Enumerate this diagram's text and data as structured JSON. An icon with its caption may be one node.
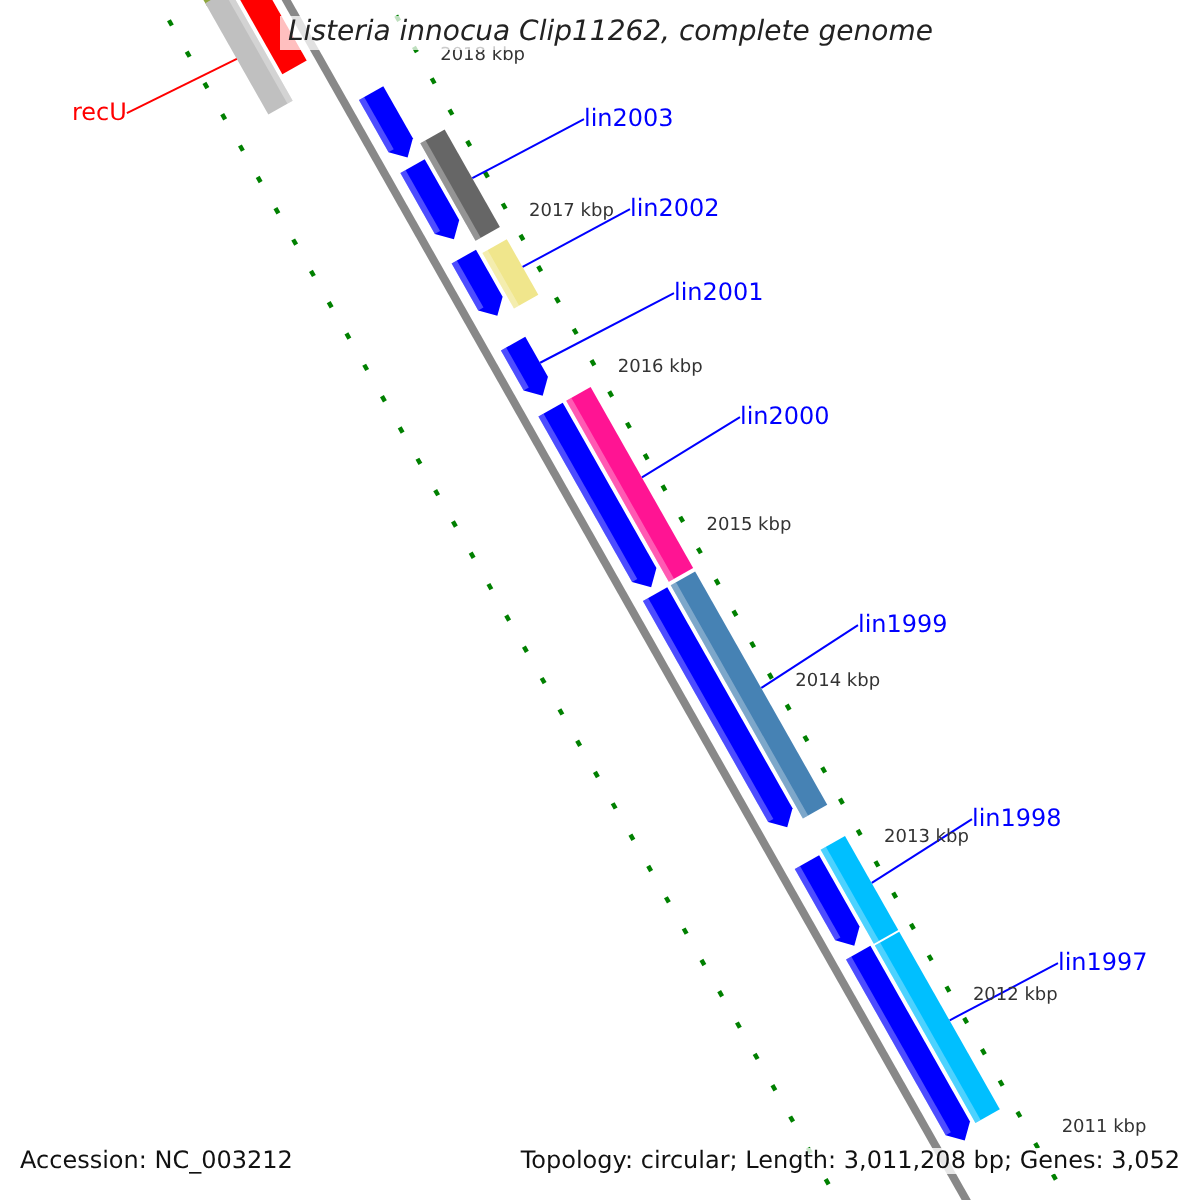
{
  "diagram": {
    "title": "Listeria innocua Clip11262, complete genome",
    "nodes": [
      {
        "text": [
          "recU"
        ]
      },
      {
        "text": [
          "lin2003"
        ]
      },
      {
        "text": [
          "lin2002"
        ]
      },
      {
        "text": [
          "lin2001"
        ]
      },
      {
        "text": [
          "lin2000"
        ]
      },
      {
        "text": [
          "lin1999"
        ]
      },
      {
        "text": [
          "lin1998"
        ]
      },
      {
        "text": [
          "lin1997"
        ]
      },
      {
        "text": [],
        "shape": "bar"
      },
      {
        "text": [],
        "shape": "bar"
      },
      {
        "text": [],
        "shape": "bar"
      },
      {
        "text": [],
        "shape": "bar"
      },
      {
        "text": [],
        "shape": "bar"
      },
      {
        "text": [],
        "shape": "bar"
      },
      {
        "text": [],
        "shape": "bar"
      },
      {
        "text": [],
        "shape": "bar"
      }
    ],
    "edges": [
      {
        "from": 0,
        "to": 8,
        "arrow": "none",
        "color": "#ff0000"
      },
      {
        "from": 1,
        "to": 9,
        "arrow": "none"
      },
      {
        "from": 2,
        "to": 10,
        "arrow": "none"
      },
      {
        "from": 3,
        "to": 11,
        "arrow": "none"
      },
      {
        "from": 4,
        "to": 12,
        "arrow": "none"
      },
      {
        "from": 5,
        "to": 13,
        "arrow": "none"
      },
      {
        "from": 6,
        "to": 14,
        "arrow": "none"
      },
      {
        "from": 7,
        "to": 15,
        "arrow": "none"
      }
    ],
    "labels": [
      "2018 kbp",
      "2017 kbp",
      "2016 kbp",
      "2015 kbp",
      "2014 kbp",
      "2013 kbp",
      "2012 kbp",
      "2011 kbp",
      "Accession: NC_003212",
      "Topology: circular; Length: 3,011,208 bp; Genes: 3,052"
    ]
  }
}
